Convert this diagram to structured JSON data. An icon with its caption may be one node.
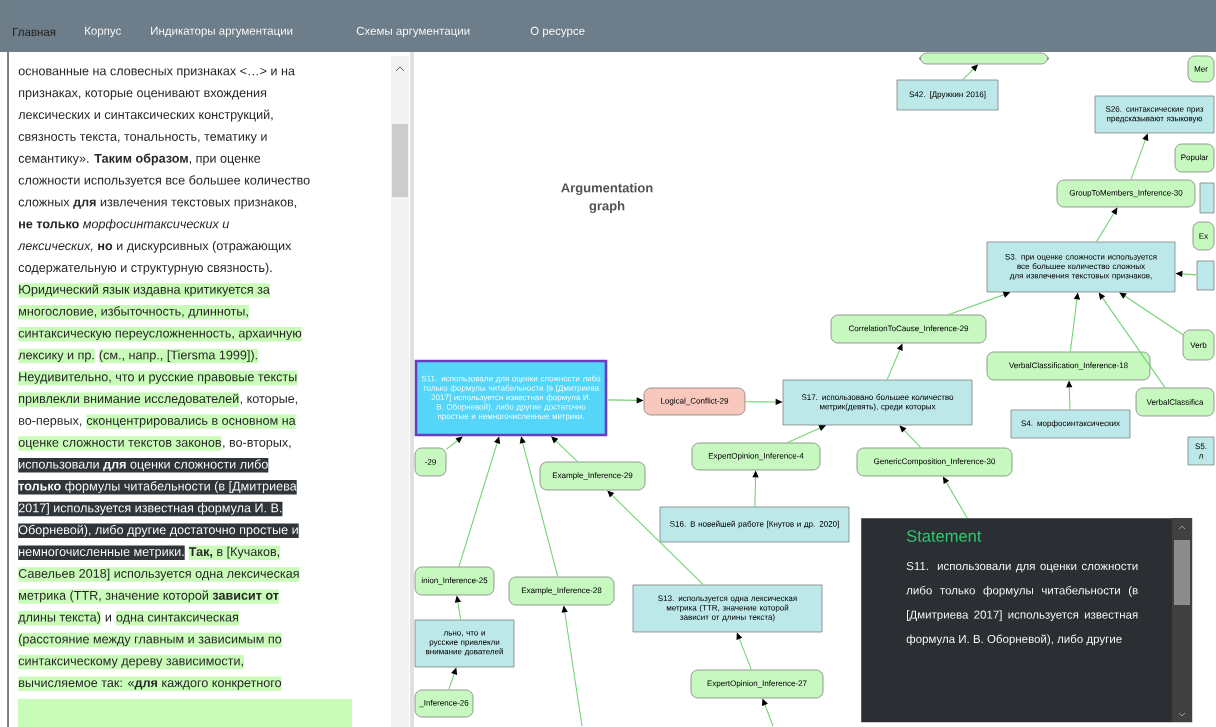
{
  "diagram": {
    "title": "Argumentation graph",
    "nodes": [
      {
        "text": [],
        "shape": "box"
      },
      {
        "text": [
          "Mer"
        ]
      },
      {
        "text": [
          "S42. [Дружкин 2016]"
        ]
      },
      {
        "text": [
          "S26. синтаксические приз предсказывают языковую"
        ]
      },
      {
        "text": [
          "Popular"
        ]
      },
      {
        "text": [
          "GroupToMembers_Inference-30"
        ]
      },
      {
        "text": [],
        "shape": "box"
      },
      {
        "text": [
          "Ex"
        ]
      },
      {
        "text": [],
        "shape": "box"
      },
      {
        "text": [
          "S3. при оценке сложности используется все большее количество сложных для извлечения текстовых признаков,"
        ]
      },
      {
        "text": [
          "CorrelationToCause_Inference-29"
        ]
      },
      {
        "text": [
          "Verb"
        ]
      },
      {
        "text": [
          "VerbalClassification_Inference-18"
        ]
      },
      {
        "text": [
          "S11. использовали для оценки сложности либо только формулы читабельности (в [Дмитриева 2017] используется известная формула И. В. Оборневой), либо другие достаточно простые и немногочисленные метрики."
        ]
      },
      {
        "text": [
          "Logical_Conflict-29"
        ]
      },
      {
        "text": [
          "S17. использовано большее количество метрик(девять), среди которых"
        ]
      },
      {
        "text": [
          "VerbalClassifica"
        ]
      },
      {
        "text": [
          "S4. морфосинтаксических"
        ]
      },
      {
        "text": [
          "S5. л"
        ]
      },
      {
        "text": [
          "-29"
        ]
      },
      {
        "text": [
          "ExpertOpinion_Inference-4"
        ]
      },
      {
        "text": [
          "GenericComposition_Inference-30"
        ]
      },
      {
        "text": [
          "Example_Inference-29"
        ]
      },
      {
        "text": [
          "S16. В новейшей работе [Кнутов и др. 2020]"
        ]
      },
      {
        "text": [
          "inion_Inference-25"
        ]
      },
      {
        "text": [
          "Example_Inference-28"
        ]
      },
      {
        "text": [
          "S13. используется одна лексическая метрика (TTR, значение которой зависит от длины текста)"
        ]
      },
      {
        "text": [
          "льно, что и русские привлекли внимание дователей"
        ]
      },
      {
        "text": [
          "ExpertOpinion_Inference-27"
        ]
      },
      {
        "text": [
          "_Inference-26"
        ]
      },
      {
        "text": [
          "Statement",
          "S11. использовали для оценки сложности либо только формулы читабельности (в [Дмитриева 2017] используется известная формула И. В. Оборневой), либо другие"
        ]
      }
    ],
    "edges": [
      {
        "from": 2,
        "to": 0,
        "arrow": "to"
      },
      {
        "from": 9,
        "to": 5,
        "arrow": "to"
      },
      {
        "from": 5,
        "to": 3,
        "arrow": "to"
      },
      {
        "from": 10,
        "to": 9,
        "arrow": "to"
      },
      {
        "from": 12,
        "to": 9,
        "arrow": "to"
      },
      {
        "from": 16,
        "to": 9,
        "arrow": "to"
      },
      {
        "from": 11,
        "to": 9,
        "arrow": "to"
      },
      {
        "from": 8,
        "to": 9,
        "arrow": "to"
      },
      {
        "from": 15,
        "to": 10,
        "arrow": "to"
      },
      {
        "from": 17,
        "to": 12,
        "arrow": "to"
      },
      {
        "from": 13,
        "to": 14,
        "arrow": "to"
      },
      {
        "from": 14,
        "to": 15,
        "arrow": "to"
      },
      {
        "from": 20,
        "to": 15,
        "arrow": "to"
      },
      {
        "from": 21,
        "to": 15,
        "arrow": "to"
      },
      {
        "from": 23,
        "to": 20,
        "arrow": "to"
      },
      {
        "from": 30,
        "to": 21,
        "arrow": "to"
      },
      {
        "from": 19,
        "to": 13,
        "arrow": "to"
      },
      {
        "from": 24,
        "to": 13,
        "arrow": "to"
      },
      {
        "from": 25,
        "to": 13,
        "arrow": "to"
      },
      {
        "from": 22,
        "to": 13,
        "arrow": "to"
      },
      {
        "from": 26,
        "to": 22,
        "arrow": "to"
      },
      {
        "from": 27,
        "to": 24,
        "arrow": "to"
      },
      {
        "from": 29,
        "to": 27,
        "arrow": "to"
      },
      {
        "from": null,
        "to": 25,
        "arrow": "to"
      },
      {
        "from": 28,
        "to": 26,
        "arrow": "to"
      },
      {
        "from": null,
        "to": 28,
        "arrow": "to"
      }
    ],
    "labels": [
      "Главная",
      "Корпус",
      "Индикаторы аргументации",
      "Схемы аргументации",
      "О ресурсе",
      "основанные на словесных признаках <…> и на",
      "признаках, которые оценивают вхождения",
      "лексических и синтаксических конструкций,",
      "связность текста, тональность, тематику и",
      "семантику». **Таким образом**, при оценке",
      "сложности используется все большее количество",
      "сложных **для** извлечения текстовых признаков,",
      "**не только** *морфосинтаксических и*",
      "*лексических,* **но** и дискурсивных (отражающих",
      "содержательную и структурную связность).",
      "Юридический язык издавна критикуется за",
      "многословие, избыточность, длинноты,",
      "синтаксическую переусложненность, архаичную",
      "лексику и пр.",
      "(см., напр., [Tiersma 1999]).",
      "Неудивительно, что и русские правовые тексты",
      "привлекли внимание исследователей",
      ", которые,",
      "во-первых,",
      "сконцентрировались в основном на",
      "оценке сложности текстов законов",
      ", во-вторых,",
      "использовали **для** оценки сложности либо",
      "**только** формулы читабельности (в [Дмитриева",
      "2017] используется известная формула И. В.",
      "Оборневой), либо другие достаточно простые и",
      "немногочисленные метрики.",
      "**Так,** в [Кучаков,",
      "Савельев 2018] используется одна лексическая",
      "метрика (TTR, значение которой **зависит от**",
      "длины текста)",
      "и",
      "одна синтаксическая",
      "(расстояние между главным и зависимым по",
      "синтаксическому дереву зависимости,",
      "вычисляемое так: «**для** каждого конкретного"
    ]
  }
}
